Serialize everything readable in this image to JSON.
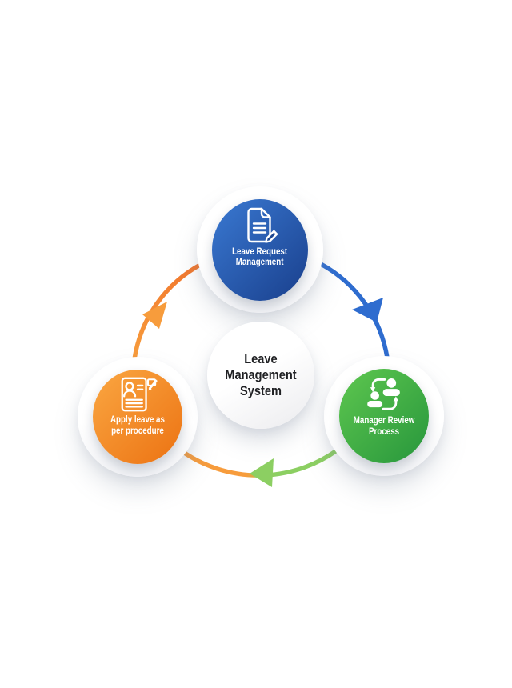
{
  "hub": {
    "lines": [
      "Leave",
      "Management",
      "System"
    ],
    "text_color": "#202124"
  },
  "nodes": [
    {
      "id": "leave-request-management",
      "label_lines": [
        "Leave Request",
        "Management"
      ],
      "color_from": "#3a79d2",
      "color_to": "#193f8c",
      "icon": "document-edit-icon"
    },
    {
      "id": "manager-review-process",
      "label_lines": [
        "Manager Review",
        "Process"
      ],
      "color_from": "#5ec74f",
      "color_to": "#27963c",
      "icon": "people-exchange-icon"
    },
    {
      "id": "apply-leave-per-procedure",
      "label_lines": [
        "Apply leave as",
        "per procedure"
      ],
      "color_from": "#faa742",
      "color_to": "#ec7212",
      "icon": "application-form-icon"
    }
  ],
  "arrows": {
    "blue": "#2e6ccf",
    "green": "#8ccf62",
    "orange": "#f79c3c",
    "orange_deep": "#f1742c"
  },
  "background": "#ffffff",
  "label_text_color": "#ffffff"
}
